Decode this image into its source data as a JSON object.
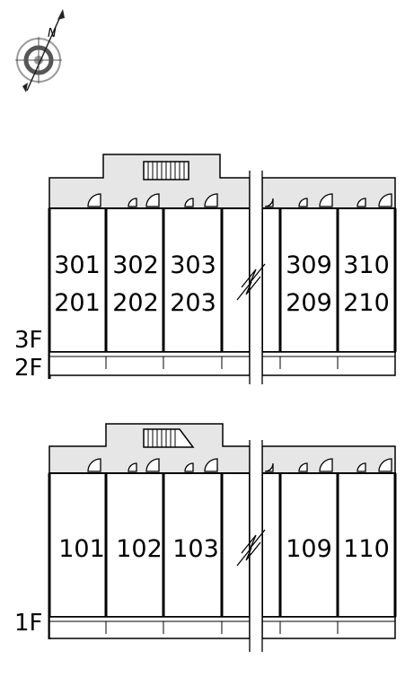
{
  "compass": {
    "north_letter": "N",
    "icon": "compass-rose-icon"
  },
  "upper_plan": {
    "floor_labels": [
      "3F",
      "2F"
    ],
    "unit_rows": [
      [
        "301",
        "302",
        "303",
        "309",
        "310"
      ],
      [
        "201",
        "202",
        "203",
        "209",
        "210"
      ]
    ]
  },
  "lower_plan": {
    "floor_labels": [
      "1F"
    ],
    "unit_rows": [
      [
        "101",
        "102",
        "103",
        "109",
        "110"
      ]
    ]
  },
  "colors": {
    "corridor": "#e6e6e6",
    "wall": "#000000",
    "background": "#ffffff"
  }
}
